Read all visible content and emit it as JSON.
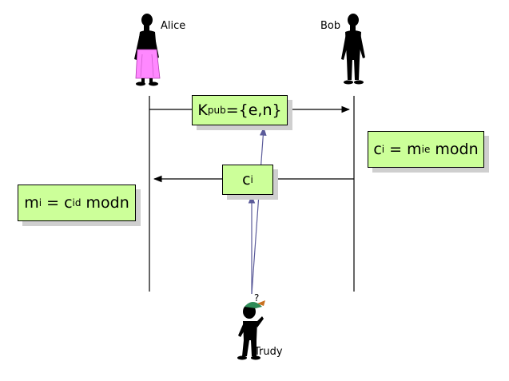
{
  "actors": {
    "alice": "Alice",
    "bob": "Bob",
    "trudy": "Trudy",
    "trudy_thought": "?"
  },
  "messages": {
    "public_key": {
      "base": "K",
      "sub": "pub",
      "rest": "={e,n}"
    },
    "ciphertext": {
      "base": "c",
      "sub": "i"
    }
  },
  "notes": {
    "bob_encrypt": {
      "c": "c",
      "c_sub": "i",
      "eq": " = m",
      "m_sub": "i",
      "m_sup": "e",
      "tail": " modn"
    },
    "alice_decrypt": {
      "m": "m",
      "m_sub": "i",
      "eq": " = c",
      "c_sub": "i",
      "c_sup": "d",
      "tail": " modn"
    }
  },
  "colors": {
    "box_fill": "#ccff99",
    "shadow": "#cfcfcf",
    "eavesdrop_arrow": "#5b5b9a",
    "alice_dress": "#ff88ff",
    "trudy_hat": "#2e8b57"
  }
}
